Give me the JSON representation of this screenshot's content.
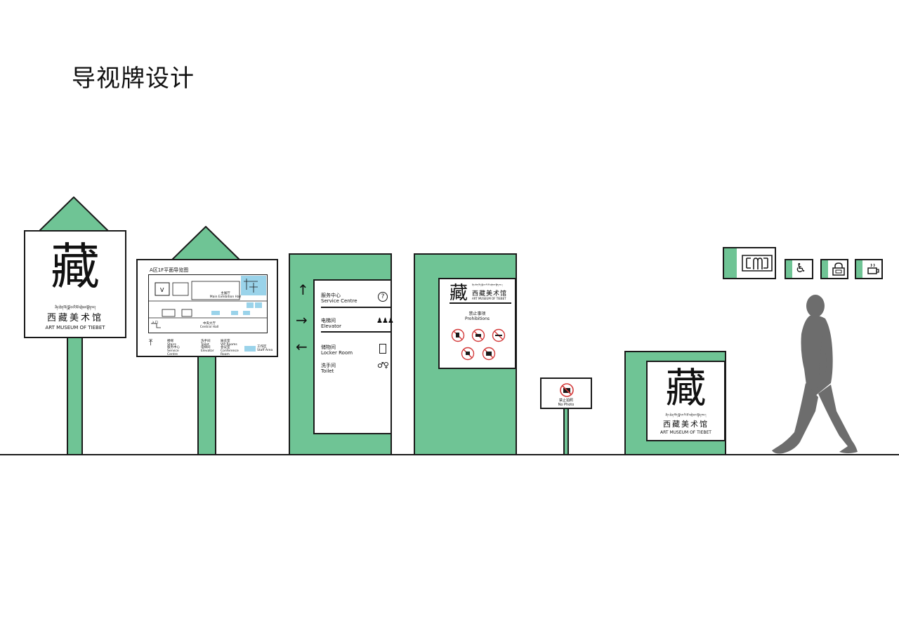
{
  "page": {
    "title": "导视牌设计"
  },
  "brand": {
    "glyph": "藏",
    "tibetan": "ཞིང་ཆེན་བོད་ལྗོངས་རི་མོ་འགྲེམས་སྟོན་ཁང་།",
    "name_cn": "西藏美术馆",
    "name_en": "ART MUSEUM OF TIEBET"
  },
  "map_sign": {
    "title": "A区1F平面导览图",
    "room_main": "主展厅",
    "room_main_en": "Main Exhibition Hall",
    "room_center": "中央大厅",
    "room_center_en": "Central Hall",
    "exit_label": "入口",
    "legend": [
      {
        "cn": "楼梯",
        "en": "Stairs"
      },
      {
        "cn": "洗手间",
        "en": "Toilet"
      },
      {
        "cn": "展览室",
        "en": "VIP Rooms"
      },
      {
        "cn": "服务中心",
        "en": "Service Centre"
      },
      {
        "cn": "电梯间",
        "en": "Elevator"
      },
      {
        "cn": "会议室",
        "en": "Conference Room"
      },
      {
        "cn": "工作区",
        "en": "Staff Area"
      }
    ]
  },
  "directory": {
    "items": [
      {
        "cn": "服务中心",
        "en": "Service Centre",
        "arrow": "↑"
      },
      {
        "cn": "电梯间",
        "en": "Elevator",
        "arrow": "→"
      },
      {
        "cn": "储物间",
        "en": "Locker Room",
        "arrow": "←"
      },
      {
        "cn": "洗手间",
        "en": "Toilet",
        "arrow": ""
      }
    ]
  },
  "prohibitions": {
    "cn": "禁止事项",
    "en": "Prohibitions"
  },
  "no_photo": {
    "cn": "禁止拍照",
    "en": "No Photo"
  },
  "colors": {
    "accent": "#6fc495",
    "line": "#1a1a1a",
    "prohibit": "#d33a3a",
    "water": "#9ad3ea",
    "figure": "#6d6d6d"
  }
}
